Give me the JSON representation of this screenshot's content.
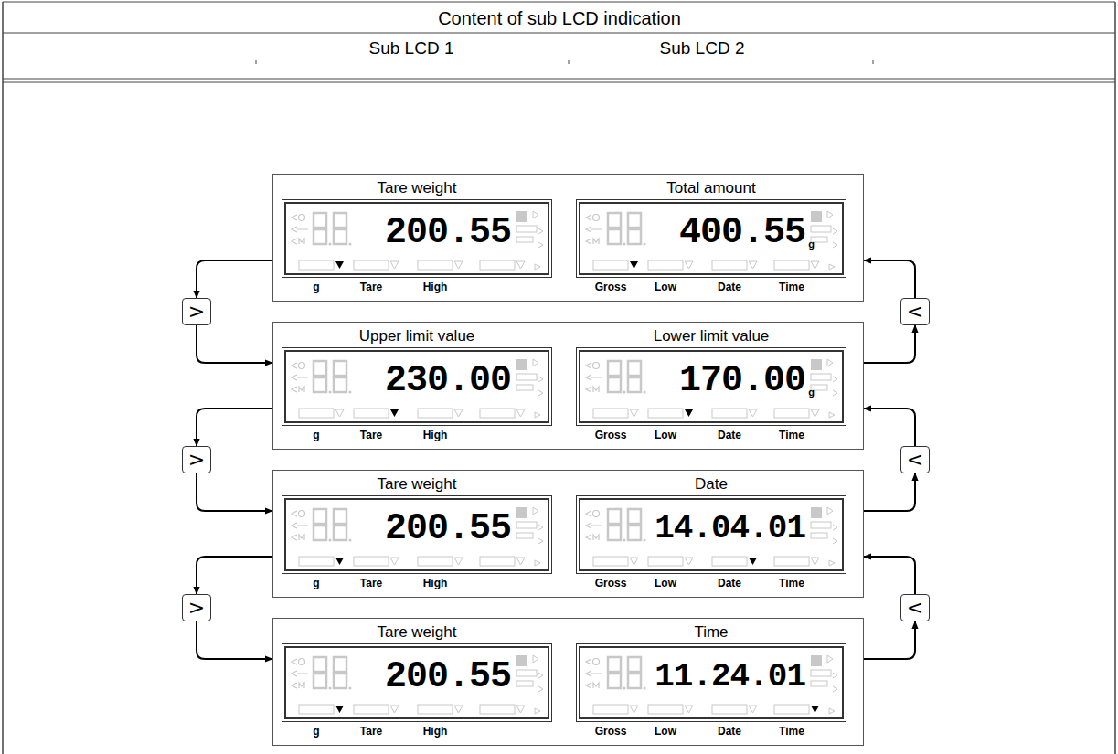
{
  "diagram": {
    "title": "Content of sub LCD indication",
    "nodes": [
      {
        "text": [
          "Tare weight",
          "Total amount"
        ]
      },
      {
        "text": [
          "200.55",
          "g",
          "Tare",
          "High"
        ],
        "in": 0
      },
      {
        "text": [
          "400.55",
          "g",
          "Gross",
          "Low",
          "Date",
          "Time"
        ],
        "in": 0
      },
      {
        "text": [
          "Upper limit value",
          "Lower limit value"
        ]
      },
      {
        "text": [
          "230.00",
          "g",
          "Tare",
          "High"
        ],
        "in": 3
      },
      {
        "text": [
          "170.00",
          "g",
          "Gross",
          "Low",
          "Date",
          "Time"
        ],
        "in": 3
      },
      {
        "text": [
          "Tare weight",
          "Date"
        ]
      },
      {
        "text": [
          "200.55",
          "g",
          "Tare",
          "High"
        ],
        "in": 6
      },
      {
        "text": [
          "14.04.01",
          "Gross",
          "Low",
          "Date",
          "Time"
        ],
        "in": 6
      },
      {
        "text": [
          "Tare weight",
          "Time"
        ]
      },
      {
        "text": [
          "200.55",
          "g",
          "Tare",
          "High"
        ],
        "in": 9
      },
      {
        "text": [
          "11.24.01",
          "Gross",
          "Low",
          "Date",
          "Time"
        ],
        "in": 9
      },
      {
        "text": [
          ">"
        ]
      },
      {
        "text": [
          ">"
        ]
      },
      {
        "text": [
          ">"
        ]
      },
      {
        "text": [
          "<"
        ]
      },
      {
        "text": [
          "<"
        ]
      },
      {
        "text": [
          "<"
        ]
      }
    ],
    "edges": [
      {
        "from": 0,
        "to": 12,
        "arrow": "to"
      },
      {
        "from": 12,
        "to": 3,
        "arrow": "to"
      },
      {
        "from": 3,
        "to": 13,
        "arrow": "to"
      },
      {
        "from": 13,
        "to": 6,
        "arrow": "to"
      },
      {
        "from": 6,
        "to": 14,
        "arrow": "to"
      },
      {
        "from": 14,
        "to": 9,
        "arrow": "to"
      },
      {
        "from": 3,
        "to": 15,
        "arrow": "to"
      },
      {
        "from": 15,
        "to": 0,
        "arrow": "to"
      },
      {
        "from": 6,
        "to": 16,
        "arrow": "to"
      },
      {
        "from": 16,
        "to": 3,
        "arrow": "to"
      },
      {
        "from": 9,
        "to": 17,
        "arrow": "to"
      },
      {
        "from": 17,
        "to": 6,
        "arrow": "to"
      }
    ],
    "labels": [
      "Sub LCD 1",
      "Sub LCD 2"
    ]
  }
}
